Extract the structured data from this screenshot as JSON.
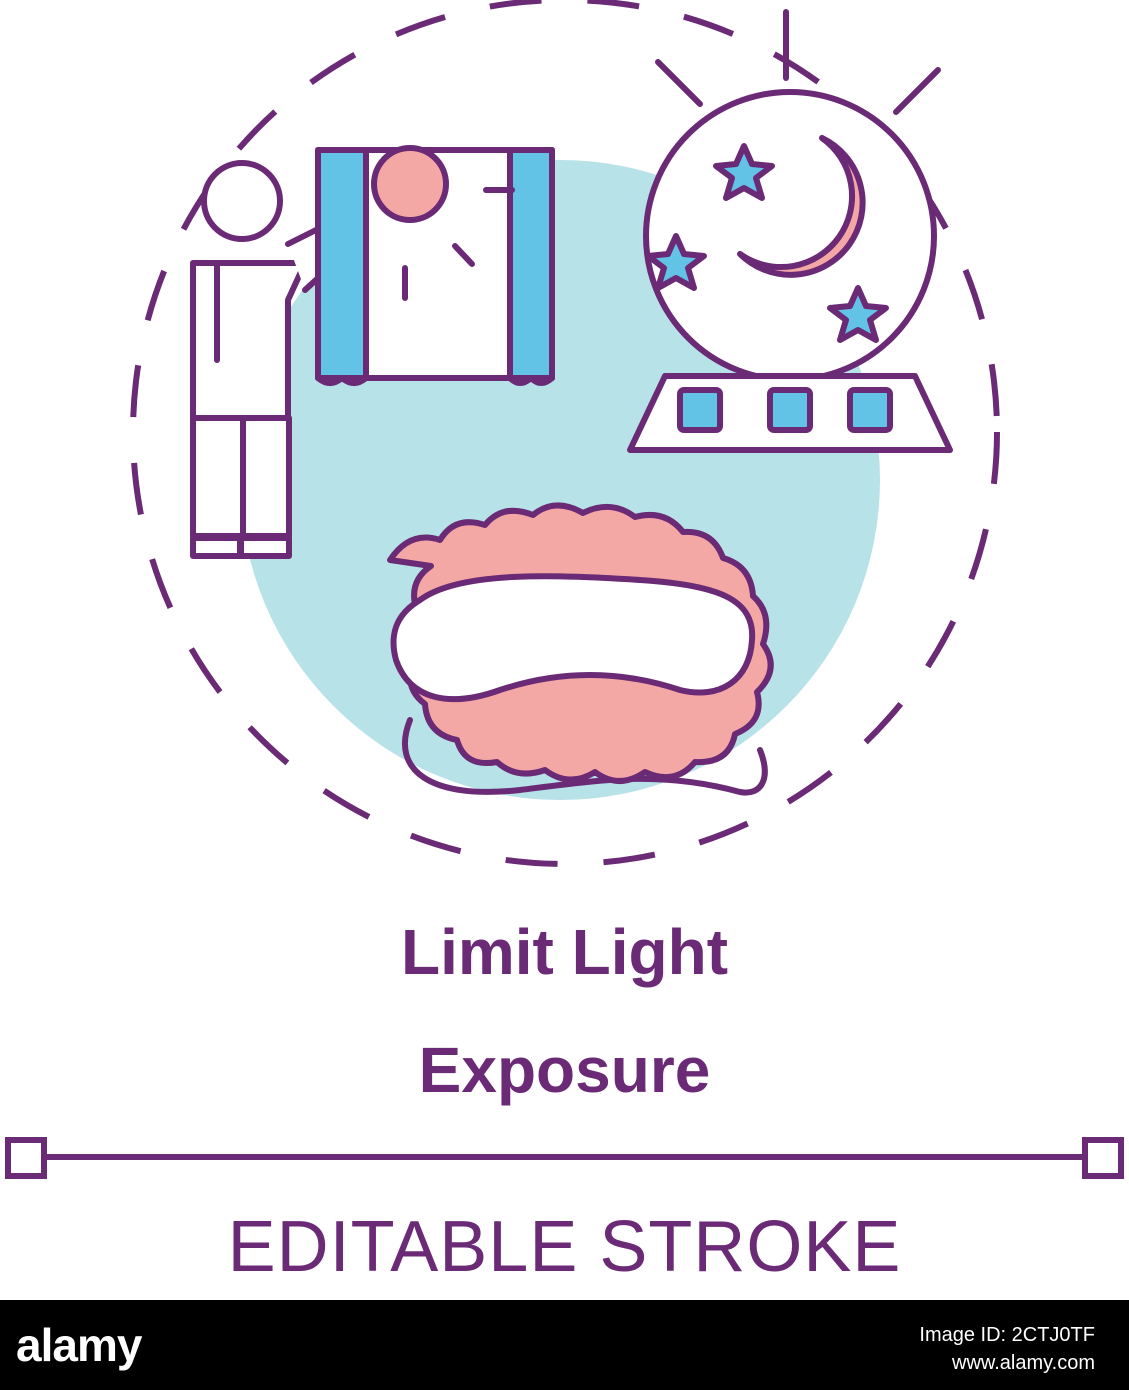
{
  "illustration": {
    "title_line_1": "Limit Light",
    "title_line_2": "Exposure",
    "subtitle": "EDITABLE STROKE",
    "icons": [
      "person-icon",
      "window-curtain-icon",
      "sun-icon",
      "snow-globe-night-light-icon",
      "moon-icon",
      "star-icon",
      "sleep-mask-icon"
    ],
    "colors": {
      "outline": "#6b2a76",
      "accent_blue": "#62c3e6",
      "background_circle": "#b7e2e8",
      "accent_pink": "#f4a8a6",
      "text": "#6b2a76",
      "subtitle": "#6b2a76"
    }
  },
  "footer": {
    "logo": "alamy",
    "image_id": "Image ID: 2CTJ0TF",
    "url": "www.alamy.com"
  }
}
